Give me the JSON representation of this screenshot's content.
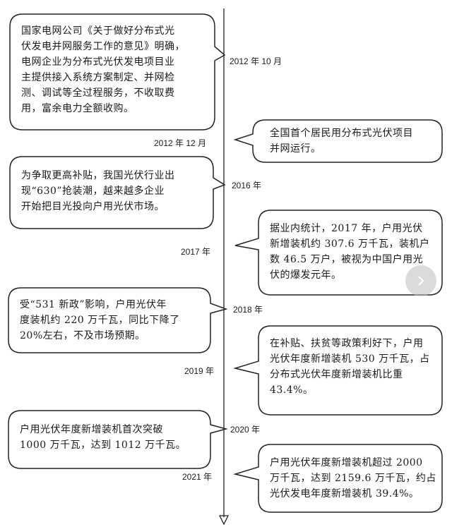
{
  "events": [
    {
      "id": "2012-10",
      "label": "2012 年 10 月",
      "side": "left",
      "text": "国家电网公司《关于做好分布式光\n伏发电并网服务工作的意见》明确，\n电网企业为分布式光伏发电项目业\n主提供接入系统方案制定、并网检\n测、调试等全过程服务，不收取费\n用，富余电力全额收购。"
    },
    {
      "id": "2012-12",
      "label": "2012 年 12 月",
      "side": "right",
      "text": "全国首个居民用分布式光伏项目\n并网运行。"
    },
    {
      "id": "2016",
      "label": "2016 年",
      "side": "left",
      "text": "为争取更高补贴，我国光伏行业出\n现“630”抢装潮，越来越多企业\n开始把目光投向户用光伏市场。"
    },
    {
      "id": "2017",
      "label": "2017 年",
      "side": "right",
      "text": "据业内统计，2017 年，户用光伏\n新增装机约 307.6 万千瓦，装机户\n数 46.5 万户，被视为中国户用光\n伏的爆发元年。"
    },
    {
      "id": "2018",
      "label": "2018 年",
      "side": "left",
      "text": "受“531 新政”影响，户用光伏年\n度装机约 220 万千瓦，同比下降了\n20%左右，不及市场预期。"
    },
    {
      "id": "2019",
      "label": "2019 年",
      "side": "right",
      "text": "在补贴、扶贫等政策利好下，户用\n光伏年度新增装机 530 万千瓦，占\n分布式光伏年度新增装机比重\n43.4%。"
    },
    {
      "id": "2020",
      "label": "2020 年",
      "side": "left",
      "text": "户用光伏年度新增装机首次突破\n1000 万千瓦，达到 1012 万千瓦。"
    },
    {
      "id": "2021",
      "label": "2021 年",
      "side": "right",
      "text": "户用光伏年度新增装机超过 2000\n万千瓦，达到 2159.6 万千瓦，约占\n光伏发电年度新增装机 39.4%。"
    }
  ],
  "next_button_icon": "chevron-right-icon"
}
